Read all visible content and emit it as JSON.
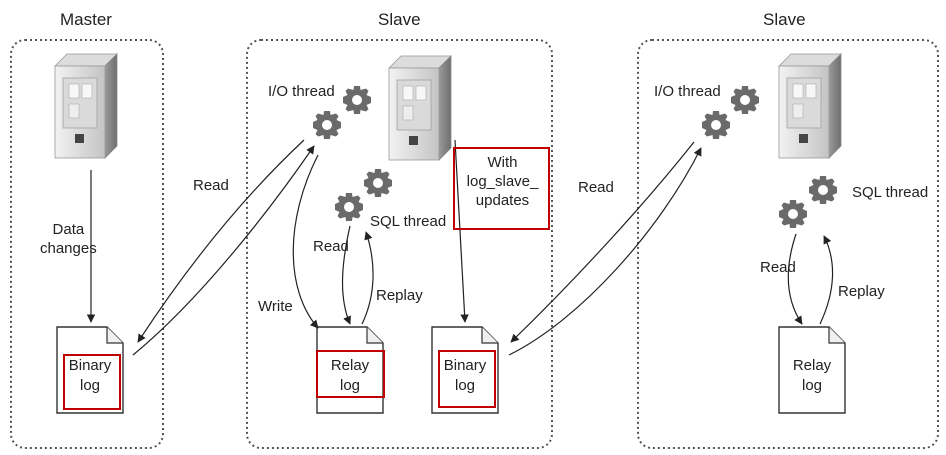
{
  "titles": {
    "master": "Master",
    "slave1": "Slave",
    "slave2": "Slave"
  },
  "master": {
    "data_changes": "Data\nchanges",
    "binary_log": "Binary\nlog",
    "read": "Read"
  },
  "slave1": {
    "io_thread": "I/O thread",
    "sql_thread": "SQL thread",
    "write": "Write",
    "read": "Read",
    "replay": "Replay",
    "relay_log": "Relay\nlog",
    "binary_log": "Binary\nlog",
    "note": "With\nlog_slave_\nupdates"
  },
  "slave2": {
    "io_thread": "I/O thread",
    "sql_thread": "SQL thread",
    "read_io": "Read",
    "read": "Read",
    "replay": "Replay",
    "relay_log": "Relay\nlog"
  },
  "colors": {
    "highlight": "#c00000",
    "gear": "#6a6a6a",
    "line": "#222222"
  }
}
